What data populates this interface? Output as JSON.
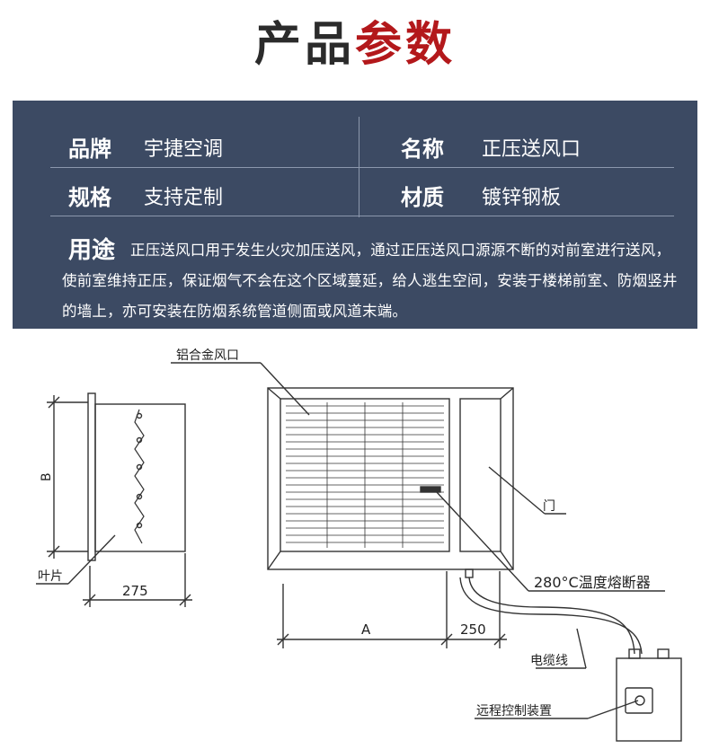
{
  "title": {
    "part1": "产品",
    "part2": "参数"
  },
  "specs": {
    "brand_label": "品牌",
    "brand_value": "宇捷空调",
    "name_label": "名称",
    "name_value": "正压送风口",
    "size_label": "规格",
    "size_value": "支持定制",
    "material_label": "材质",
    "material_value": "镀锌钢板"
  },
  "usage": {
    "label": "用途",
    "text": "正压送风口用于发生火灾加压送风，通过正压送风口源源不断的对前室进行送风，使前室维持正压，保证烟气不会在这个区域蔓延，给人逃生空间，安装于楼梯前室、防烟竖井的墙上，亦可安装在防烟系统管道侧面或风道末端。"
  },
  "diagram": {
    "label_aluminum_outlet": "铝合金风口",
    "label_blade": "叶片",
    "label_door": "门",
    "label_fuse": "280°C温度熔断器",
    "label_cable": "电缆线",
    "label_remote": "远程控制装置",
    "dim_b": "B",
    "dim_275": "275",
    "dim_a": "A",
    "dim_250": "250"
  },
  "colors": {
    "panel_bg": "#3c4a63",
    "title_red": "#b3181b",
    "title_dark": "#2b2b2b"
  }
}
